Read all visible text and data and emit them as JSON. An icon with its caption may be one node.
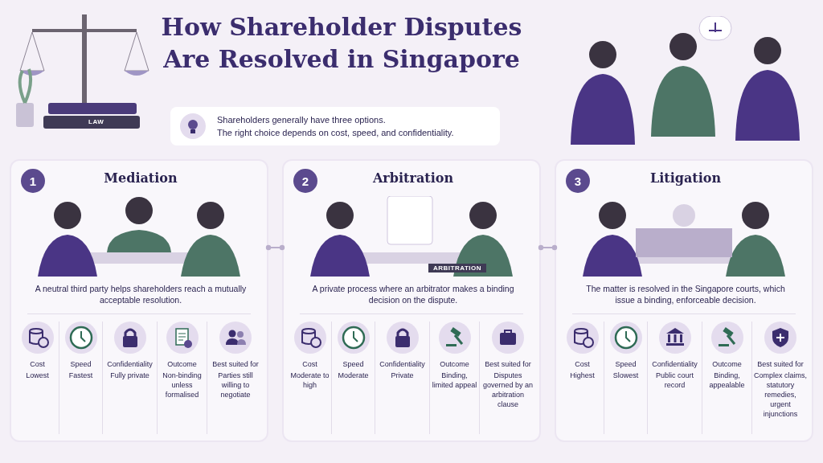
{
  "diagram": {
    "title": "How Shareholder Disputes Are Resolved in Singapore",
    "nodes": [
      {
        "text": [
          "Shareholders generally have three options.",
          "The right choice depends on cost, speed, and confidentiality."
        ]
      },
      {
        "text": [
          "Mediation",
          "A neutral third party helps shareholders reach a mutually acceptable resolution."
        ]
      },
      {
        "text": [
          "1"
        ],
        "in": 1
      },
      {
        "text": [
          "Cost",
          "Lowest"
        ],
        "in": 1
      },
      {
        "text": [
          "Speed",
          "Fastest"
        ],
        "in": 1
      },
      {
        "text": [
          "Confidentiality",
          "Fully private"
        ],
        "in": 1
      },
      {
        "text": [
          "Outcome",
          "Non-binding unless formalised"
        ],
        "in": 1
      },
      {
        "text": [
          "Best suited for",
          "Parties still willing to negotiate"
        ],
        "in": 1
      },
      {
        "text": [
          "Arbitration",
          "A private process where an arbitrator makes a binding decision on the dispute."
        ]
      },
      {
        "text": [
          "2"
        ],
        "in": 8
      },
      {
        "text": [
          "Cost",
          "Moderate to high"
        ],
        "in": 8
      },
      {
        "text": [
          "Speed",
          "Moderate"
        ],
        "in": 8
      },
      {
        "text": [
          "Confidentiality",
          "Private"
        ],
        "in": 8
      },
      {
        "text": [
          "Outcome",
          "Binding, limited appeal"
        ],
        "in": 8
      },
      {
        "text": [
          "Best suited for",
          "Disputes governed by an arbitration clause"
        ],
        "in": 8
      },
      {
        "text": [
          "Litigation",
          "The matter is resolved in the Singapore courts, which issue a binding, enforceable decision."
        ]
      },
      {
        "text": [
          "3"
        ],
        "in": 15
      },
      {
        "text": [
          "Cost",
          "Highest"
        ],
        "in": 15
      },
      {
        "text": [
          "Speed",
          "Slowest"
        ],
        "in": 15
      },
      {
        "text": [
          "Confidentiality",
          "Public court record"
        ],
        "in": 15
      },
      {
        "text": [
          "Outcome",
          "Binding, appealable"
        ],
        "in": 15
      },
      {
        "text": [
          "Best suited for",
          "Complex claims, statutory remedies, urgent injunctions"
        ],
        "in": 15
      }
    ],
    "edges": [
      {
        "from": 1,
        "to": 8,
        "arrow": "other"
      },
      {
        "from": 8,
        "to": 15,
        "arrow": "other"
      }
    ],
    "labels": [
      "LAW",
      "ARBITRATION"
    ]
  }
}
